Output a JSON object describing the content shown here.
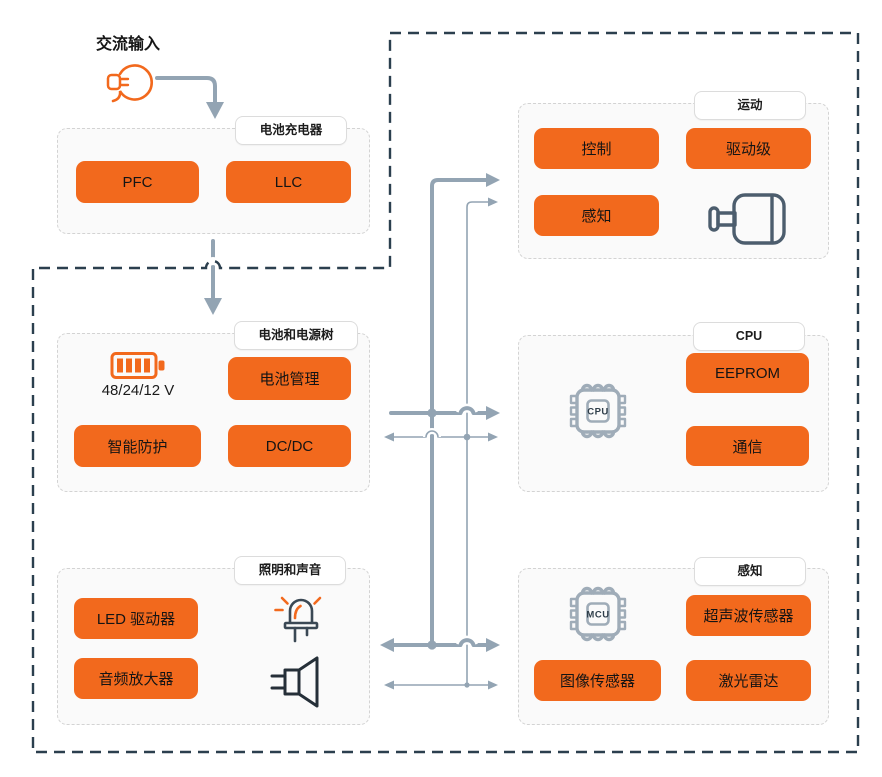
{
  "colors": {
    "accent": "#F2691D",
    "connector": "#93A4B3",
    "dark": "#2B3F4E",
    "iconDark": "#3A4854",
    "iconGray": "#9FACB8",
    "motorGray": "#4C5D6D",
    "speakerDark": "#252F38"
  },
  "ac_input": {
    "label": "交流输入"
  },
  "boxes": {
    "charger": {
      "tag": "电池充电器",
      "pfc": "PFC",
      "llc": "LLC"
    },
    "power_tree": {
      "tag": "电池和电源树",
      "voltage": "48/24/12 V",
      "battery_mgmt": "电池管理",
      "smart_protection": "智能防护",
      "dcdc": "DC/DC"
    },
    "light_sound": {
      "tag": "照明和声音",
      "led_driver": "LED 驱动器",
      "audio_amp": "音频放大器"
    },
    "motion": {
      "tag": "运动",
      "control": "控制",
      "drive_stage": "驱动级",
      "sensing": "感知"
    },
    "cpu": {
      "tag": "CPU",
      "chip": "CPU",
      "eeprom": "EEPROM",
      "comm": "通信"
    },
    "sensing": {
      "tag": "感知",
      "chip": "MCU",
      "ultrasonic": "超声波传感器",
      "image_sensor": "图像传感器",
      "lidar": "激光雷达"
    }
  }
}
